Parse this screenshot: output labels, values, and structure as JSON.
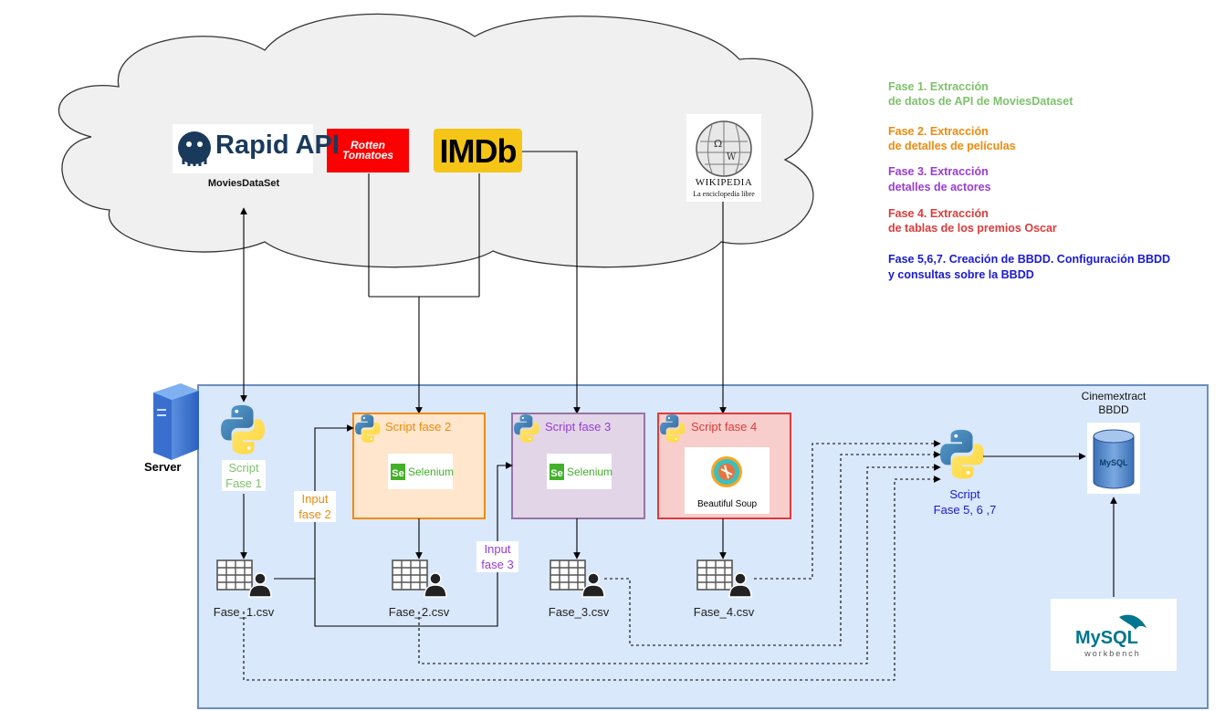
{
  "colors": {
    "fase1": "#7dc36b",
    "fase2": "#f08a0c",
    "fase3": "#9a3bd6",
    "fase4": "#e03a3a",
    "fase567": "#1a1ad6",
    "server_bg": "#dae8fc",
    "server_border": "#6c8ebf",
    "cloud_bg": "#f0f0f0",
    "rapidapi_blue": "#1a3a5c",
    "rotten_red": "#fa0000",
    "imdb_yellow": "#f5c518"
  },
  "sources": {
    "rapidapi_logo": "Rapid API",
    "rapidapi_caption": "MoviesDataSet",
    "rotten_logo": "Rotten Tomatoes",
    "imdb_logo": "IMDb",
    "wikipedia_logo": "WIKIPEDIA",
    "wikipedia_subtitle": "La enciclopedia libre"
  },
  "legend": [
    {
      "line1": "Fase 1. Extracción",
      "line2": "de datos de API de MoviesDataset"
    },
    {
      "line1": "Fase 2. Extracción",
      "line2": "de detalles de películas"
    },
    {
      "line1": "Fase 3. Extracción",
      "line2": "detalles de actores"
    },
    {
      "line1": "Fase 4. Extracción",
      "line2": "de tablas de los premios Oscar"
    },
    {
      "line1": "Fase 5,6,7. Creación de BBDD. Configuración BBDD",
      "line2": "y consultas sobre la BBDD"
    }
  ],
  "server": {
    "label": "Server"
  },
  "script1": {
    "line1": "Script",
    "line2": "Fase 1"
  },
  "script2": {
    "title": "Script fase 2",
    "tool": "Selenium"
  },
  "script3": {
    "title": "Script fase 3",
    "tool": "Selenium"
  },
  "script4": {
    "title": "Script fase 4",
    "tool": "Beautiful Soup"
  },
  "script567": {
    "line1": "Script",
    "line2": "Fase 5, 6 ,7"
  },
  "input2": {
    "line1": "Input",
    "line2": "fase 2"
  },
  "input3": {
    "line1": "Input",
    "line2": "fase 3"
  },
  "csv": [
    "Fase_1.csv",
    "Fase_2.csv",
    "Fase_3.csv",
    "Fase_4.csv"
  ],
  "database": {
    "line1": "Cinemextract",
    "line2": "BBDD",
    "label": "MySQL"
  },
  "mysql_workbench": {
    "logo": "MySQL",
    "sub": "workbench"
  }
}
